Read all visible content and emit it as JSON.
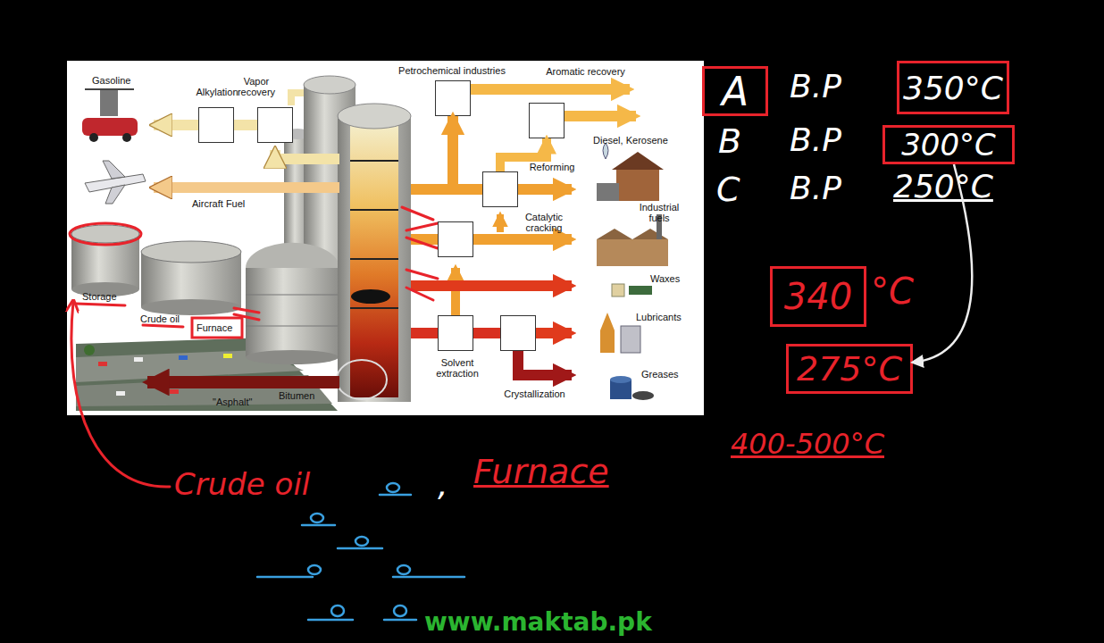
{
  "diagram": {
    "nodes": [
      {
        "text": [
          "Alkylation"
        ]
      },
      {
        "text": [
          "Vapor recovery"
        ]
      },
      {
        "text": [
          "Petrochemical industries"
        ]
      },
      {
        "text": [
          "Aromatic recovery"
        ]
      },
      {
        "text": [
          "Reforming"
        ]
      },
      {
        "text": [
          "Catalytic cracking"
        ]
      },
      {
        "text": [
          "Solvent extraction"
        ]
      },
      {
        "text": [
          "Crystallization"
        ]
      },
      {
        "text": [
          "A"
        ]
      },
      {
        "text": [
          "350°C"
        ]
      },
      {
        "text": [
          "300°C"
        ]
      },
      {
        "text": [
          "340",
          "°C"
        ]
      },
      {
        "text": [
          "275°C"
        ]
      }
    ],
    "edges": [
      {
        "from": 1,
        "to": 0,
        "arrow": "none"
      },
      {
        "from": 4,
        "to": 2,
        "arrow": "to"
      },
      {
        "from": 4,
        "to": 3,
        "arrow": "to"
      },
      {
        "from": 6,
        "to": 7,
        "arrow": "none"
      },
      {
        "from": 10,
        "to": 12,
        "arrow": "to"
      }
    ],
    "labels": [
      "Gasoline",
      "Aircraft Fuel",
      "Diesel, Kerosene",
      "Industrial fuels",
      "Waxes",
      "Lubricants",
      "Greases",
      "Storage",
      "Crude oil",
      "Furnace",
      "Bitumen",
      "\"Asphalt\"",
      "B.P",
      "B",
      "B.P",
      "C",
      "B.P",
      "250°C",
      "400-500°C",
      "Crude oil",
      ",",
      "Furnace",
      "www.maktab.pk"
    ]
  }
}
